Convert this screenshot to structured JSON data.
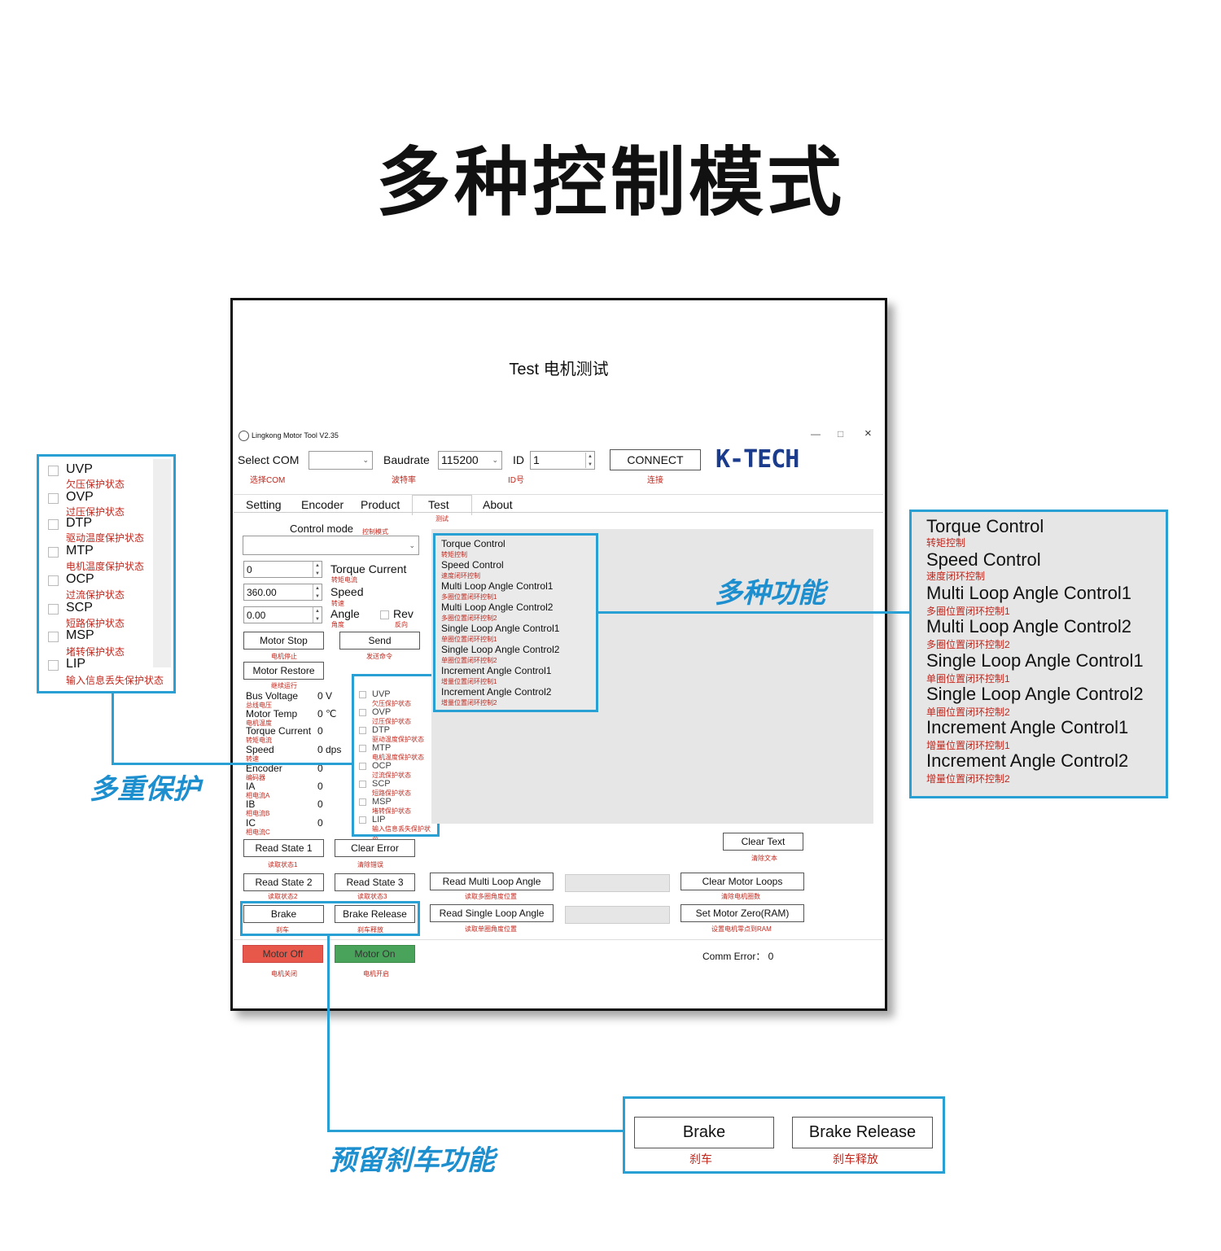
{
  "page_title": "多种控制模式",
  "window": {
    "caption": "Test 电机测试",
    "app_title": "Lingkong  Motor  Tool  V2.35",
    "controls": [
      "—",
      "□",
      "×"
    ],
    "logo": "K-TECH"
  },
  "connection": {
    "select_com_label": "Select COM",
    "select_com_cn": "选择COM",
    "select_com_value": "",
    "baudrate_label": "Baudrate",
    "baudrate_cn": "波特率",
    "baudrate_value": "115200",
    "id_label": "ID",
    "id_cn": "ID号",
    "id_value": "1",
    "connect_label": "CONNECT",
    "connect_cn": "连接"
  },
  "tabs": [
    {
      "label": "Setting"
    },
    {
      "label": "Encoder"
    },
    {
      "label": "Product"
    },
    {
      "label": "Test",
      "cn": "测试",
      "active": true
    },
    {
      "label": "About"
    }
  ],
  "control": {
    "mode_label": "Control mode",
    "mode_cn": "控制模式",
    "mode_value": "",
    "torque_value": "0",
    "torque_label": "Torque Current",
    "torque_cn": "转矩电流",
    "speed_value": "360.00",
    "speed_label": "Speed",
    "speed_cn": "转速",
    "angle_value": "0.00",
    "angle_label": "Angle",
    "angle_cn": "角度",
    "rev_label": "Rev",
    "rev_cn": "反向",
    "motor_stop": "Motor Stop",
    "motor_stop_cn": "电机停止",
    "send": "Send",
    "send_cn": "发送命令",
    "motor_restore": "Motor Restore",
    "motor_restore_cn": "继续运行"
  },
  "status": [
    {
      "label": "Bus Voltage",
      "cn": "总线电压",
      "value": "0 V"
    },
    {
      "label": "Motor Temp",
      "cn": "电机温度",
      "value": "0 ℃"
    },
    {
      "label": "Torque Current",
      "cn": "转矩电流",
      "value": "0"
    },
    {
      "label": "Speed",
      "cn": "转速",
      "value": "0 dps"
    },
    {
      "label": "Encoder",
      "cn": "编码器",
      "value": "0"
    },
    {
      "label": "IA",
      "cn": "相电流A",
      "value": "0"
    },
    {
      "label": "IB",
      "cn": "相电流B",
      "value": "0"
    },
    {
      "label": "IC",
      "cn": "相电流C",
      "value": "0"
    }
  ],
  "protections": [
    {
      "label": "UVP",
      "cn": "欠压保护状态"
    },
    {
      "label": "OVP",
      "cn": "过压保护状态"
    },
    {
      "label": "DTP",
      "cn": "驱动温度保护状态"
    },
    {
      "label": "MTP",
      "cn": "电机温度保护状态"
    },
    {
      "label": "OCP",
      "cn": "过流保护状态"
    },
    {
      "label": "SCP",
      "cn": "短路保护状态"
    },
    {
      "label": "MSP",
      "cn": "堵转保护状态"
    },
    {
      "label": "LIP",
      "cn": "输入信息丢失保护状态"
    }
  ],
  "modes": [
    {
      "label": "Torque Control",
      "cn": "转矩控制"
    },
    {
      "label": "Speed Control",
      "cn": "速度闭环控制"
    },
    {
      "label": "Multi Loop Angle Control1",
      "cn": "多圈位置闭环控制1"
    },
    {
      "label": "Multi Loop Angle Control2",
      "cn": "多圈位置闭环控制2"
    },
    {
      "label": "Single Loop Angle Control1",
      "cn": "单圈位置闭环控制1"
    },
    {
      "label": "Single Loop Angle Control2",
      "cn": "单圈位置闭环控制2"
    },
    {
      "label": "Increment Angle Control1",
      "cn": "增量位置闭环控制1"
    },
    {
      "label": "Increment Angle Control2",
      "cn": "增量位置闭环控制2"
    }
  ],
  "buttons": {
    "read_state1": "Read State 1",
    "read_state1_cn": "读取状态1",
    "clear_error": "Clear Error",
    "clear_error_cn": "清除错误",
    "clear_text": "Clear Text",
    "clear_text_cn": "清除文本",
    "read_state2": "Read State 2",
    "read_state2_cn": "读取状态2",
    "read_state3": "Read State 3",
    "read_state3_cn": "读取状态3",
    "read_multi": "Read Multi Loop Angle",
    "read_multi_cn": "读取多圈角度位置",
    "clear_loops": "Clear Motor Loops",
    "clear_loops_cn": "清除电机圈数",
    "brake": "Brake",
    "brake_cn": "刹车",
    "brake_release": "Brake Release",
    "brake_release_cn": "刹车释放",
    "read_single": "Read Single Loop Angle",
    "read_single_cn": "读取单圈角度位置",
    "set_zero": "Set Motor Zero(RAM)",
    "set_zero_cn": "设置电机零点到RAM",
    "motor_off": "Motor Off",
    "motor_off_cn": "电机关闭",
    "motor_on": "Motor On",
    "motor_on_cn": "电机开启",
    "comm_error": "Comm Error：  0"
  },
  "callouts": {
    "protection": "多重保护",
    "functions": "多种功能",
    "brake": "预留刹车功能"
  },
  "colors": {
    "accent": "#29a0d4",
    "motor_off": "#e8584a",
    "motor_on": "#4aa35a",
    "cn_text": "#c0281e"
  }
}
